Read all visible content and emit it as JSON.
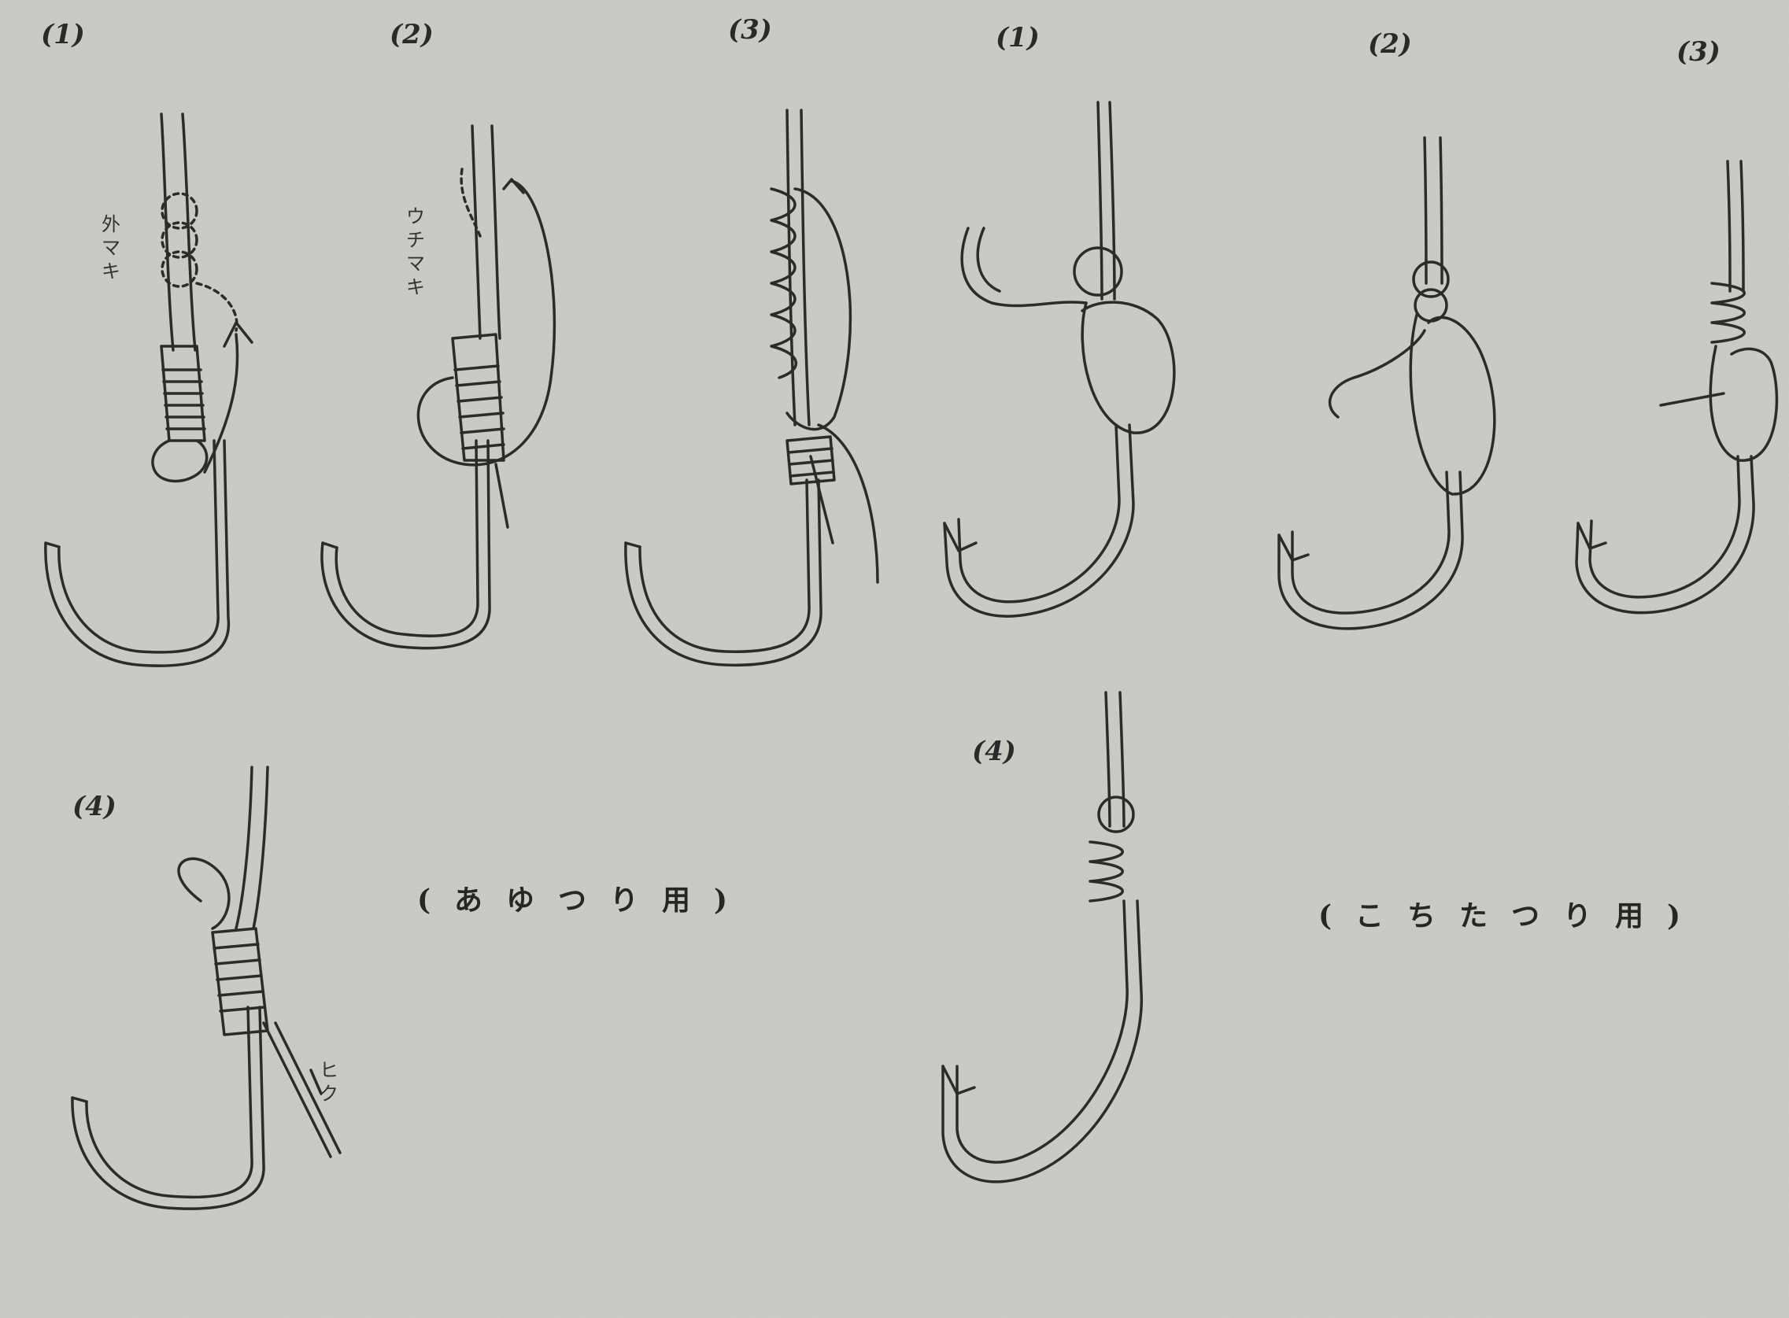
{
  "ayu_group": {
    "step1_label": "(1)",
    "step2_label": "(2)",
    "step3_label": "(3)",
    "step4_label": "(4)",
    "caption": "(あゆつり用)",
    "annotation_outer_wrap": "外マキ",
    "annotation_inner_wrap": "ウチマキ",
    "annotation_pull": "ヒク"
  },
  "kochi_group": {
    "step1_label": "(1)",
    "step2_label": "(2)",
    "step3_label": "(3)",
    "step4_label": "(4)",
    "caption": "(こちたつり用)"
  },
  "colors": {
    "paper": "#cfcdc7",
    "ink": "#2b2b2b",
    "line_fill": "#ecebe6"
  }
}
